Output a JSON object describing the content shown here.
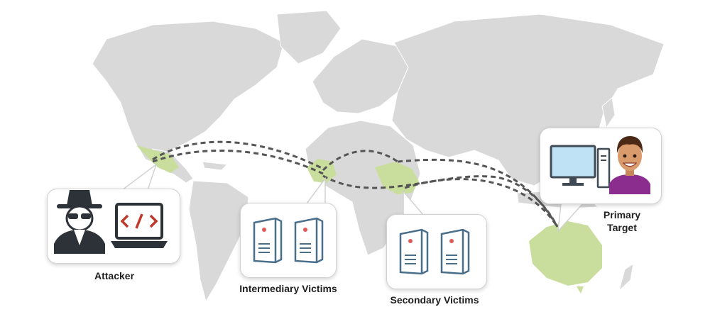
{
  "labels": {
    "attacker": "Attacker",
    "intermediary": "Intermediary Victims",
    "secondary": "Secondary Victims",
    "primary_target_line1": "Primary",
    "primary_target_line2": "Target"
  },
  "colors": {
    "land": "#d9d9d9",
    "highlight": "#c9de9c",
    "route": "#555555",
    "server_outline": "#4a6f8a",
    "server_dot": "#e05a5a",
    "attacker_dark": "#2d3138",
    "code_red": "#c0392b",
    "target_shirt": "#8b2c8f",
    "monitor_screen": "#bfe3f5"
  },
  "icons": {
    "attacker": "hacker-icon",
    "attacker_laptop": "laptop-code-icon",
    "intermediary_servers": "server-icon",
    "secondary_servers": "server-icon",
    "target_computer": "desktop-computer-icon",
    "target_person": "person-icon"
  }
}
